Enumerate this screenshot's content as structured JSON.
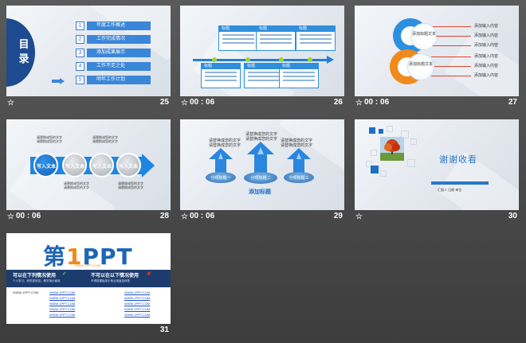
{
  "slides": [
    {
      "num": "25",
      "time": ""
    },
    {
      "num": "26",
      "time": "00 : 06"
    },
    {
      "num": "27",
      "time": "00 : 06"
    },
    {
      "num": "28",
      "time": "00 : 06"
    },
    {
      "num": "29",
      "time": "00 : 06"
    },
    {
      "num": "30",
      "time": ""
    },
    {
      "num": "31",
      "time": ""
    }
  ],
  "s25": {
    "title": "目录",
    "items": [
      {
        "n": "1",
        "label": "年度工作概述"
      },
      {
        "n": "2",
        "label": "工作完成情况"
      },
      {
        "n": "3",
        "label": "添加成果展示"
      },
      {
        "n": "4",
        "label": "工作不足之处"
      },
      {
        "n": "5",
        "label": "明年工作计划"
      }
    ]
  },
  "s26": {
    "box_title": "标题"
  },
  "s27": {
    "ring_top": "添加标题文本",
    "ring_bottom": "添加标题文本",
    "callouts": [
      "添加输入内容",
      "添加输入内容",
      "添加输入内容",
      "添加输入内容",
      "添加输入内容",
      "添加输入内容"
    ]
  },
  "s28": {
    "labels": [
      "写入文本",
      "写入文本",
      "写入文本",
      "写入文本"
    ],
    "note": "请替换成您的文字"
  },
  "s29": {
    "title": "添加标题",
    "pillars": [
      "分项标题一",
      "分项标题二",
      "分项标题三"
    ],
    "note": "请替换成您的文字"
  },
  "s30": {
    "thanks": "谢谢收看",
    "small": "汇报人  日期  单位"
  },
  "s31": {
    "logo_a": "第",
    "logo_one": "1",
    "logo_b": "PPT",
    "url": "WWW.1PPT.COM",
    "head_left": "可以在下列情况使用",
    "head_right": "不可以在以下情况使用",
    "sub_left": "个人学习、研究或欣赏；教学演示使用",
    "sub_right": "不得将模板用于商业用途及转售"
  },
  "colors": {
    "bg": "#4a4a4a",
    "accent": "#1f7fd8",
    "navy": "#1e4b8f"
  }
}
